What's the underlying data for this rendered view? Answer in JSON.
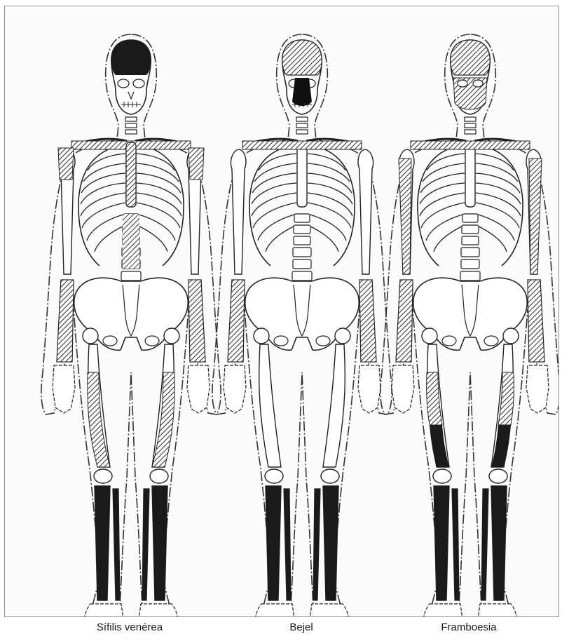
{
  "figure": {
    "panels": [
      {
        "label": "Sífilis venérea"
      },
      {
        "label": "Bejel"
      },
      {
        "label": "Framboesia"
      }
    ]
  }
}
